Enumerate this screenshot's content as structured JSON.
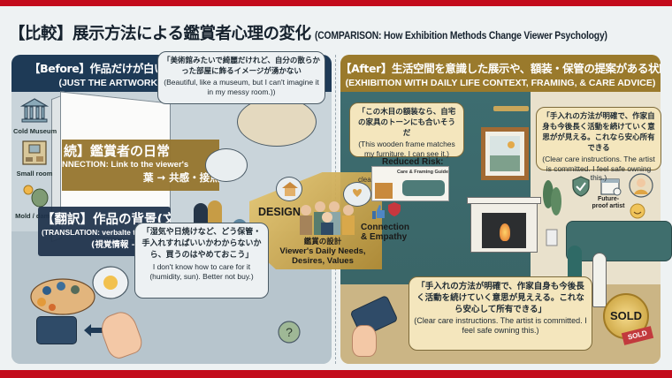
{
  "colors": {
    "accent_red": "#c30b1c",
    "before_header": "#1e3a56",
    "after_header": "#9a7a2c",
    "before_panel_bg": "#c9d4da",
    "after_panel_bg": "#d8c9a4"
  },
  "title": {
    "jp": "【比較】展示方法による鑑賞者心理の変化",
    "en": "(COMPARISON: How Exhibition Methods Change Viewer Psychology)"
  },
  "before": {
    "header_jp": "【Before】作品だけが白い壁にポツンと掛かっている状態",
    "header_en": "(JUST THE ARTWORK, ALONE ON A WHITE WALL)",
    "side_icons": [
      {
        "icon": "museum-icon",
        "label": "Cold Museum"
      },
      {
        "icon": "room-icon",
        "label": "Small room"
      },
      {
        "icon": "mold-sun-icon",
        "label": "Mold / damp"
      }
    ],
    "connection_band": {
      "jp": "続】鑑賞者の日常",
      "en": "NNECTION: Link to the viewer's",
      "sub": "葉 → 共感・接点"
    },
    "translation_band": {
      "jp": "【翻訳】作品の背景(文脈)を言",
      "en": "(TRANSLATION: verbalte the artwork's bacrt",
      "sub": "(視覚情報 → 言葉)"
    },
    "bubble_top": {
      "jp": "「美術館みたいで綺麗だけれど、自分の散らかった部屋に飾るイメージが湧かない",
      "en": "(Beautiful, like a museum, but I can't imagine it in my messy room.))"
    },
    "bubble_bottom": {
      "jp": "「湿気や日焼けなど、どう保管・手入れすればいいかわからないから、買うのはやめておこう」",
      "en": "I don't know how to care for it (humidity, sun). Better not buy.)"
    }
  },
  "center": {
    "design_label": "DESIGN",
    "needs_jp": "鑑賞の設計",
    "needs_en": "Viewer's Daily Needs, Desires, Values",
    "connection_label": "Connection & Empathy",
    "risk_label": "Reduced Risk:",
    "risk_partial": "clea",
    "guide_title": "Care & Framing Guide"
  },
  "after": {
    "header_jp": "【After】生活空間を意識した展示や、額装・保管の提案がある状態",
    "header_en": "(EXHIBITION WITH DAILY LIFE CONTEXT, FRAMING, & CARE ADVICE)",
    "bubble_frame": {
      "jp": "「この木目の額装なら、自宅の家具のトーンにも合いそうだ",
      "en": "(This wooden frame matches my furniture. I can see it.)"
    },
    "bubble_care_top": {
      "jp": "「手入れの方法が明確で、作家自身も今後長く活動を続けていく意思がが見える。これなら安心所有できる",
      "en": "(Clear care instructions. The artist is committed. I feel safe owning this.)"
    },
    "future_label": "Future-proof artist",
    "bubble_care_bottom": {
      "jp": "「手入れの方法が明確で、作家自身も今後長く活動を続けていく意思が見ええる。これなら安心して所有できる」",
      "en": "(Clear care instructions. The artist is committed. I feel safe owning this.)"
    },
    "sold_badge": "SOLD",
    "sold_tag": "SOLD"
  }
}
